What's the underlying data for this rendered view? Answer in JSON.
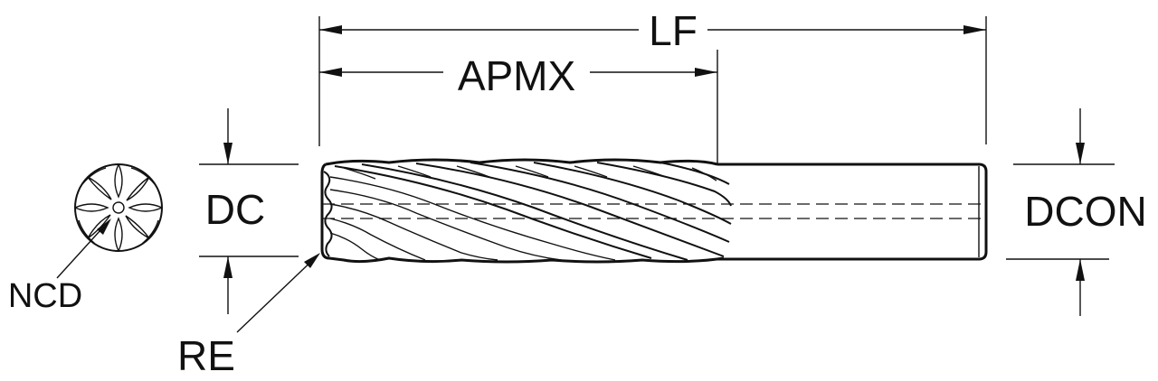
{
  "labels": {
    "lf": "LF",
    "apmx": "APMX",
    "dc": "DC",
    "dcon": "DCON",
    "ncd": "NCD",
    "re": "RE"
  }
}
